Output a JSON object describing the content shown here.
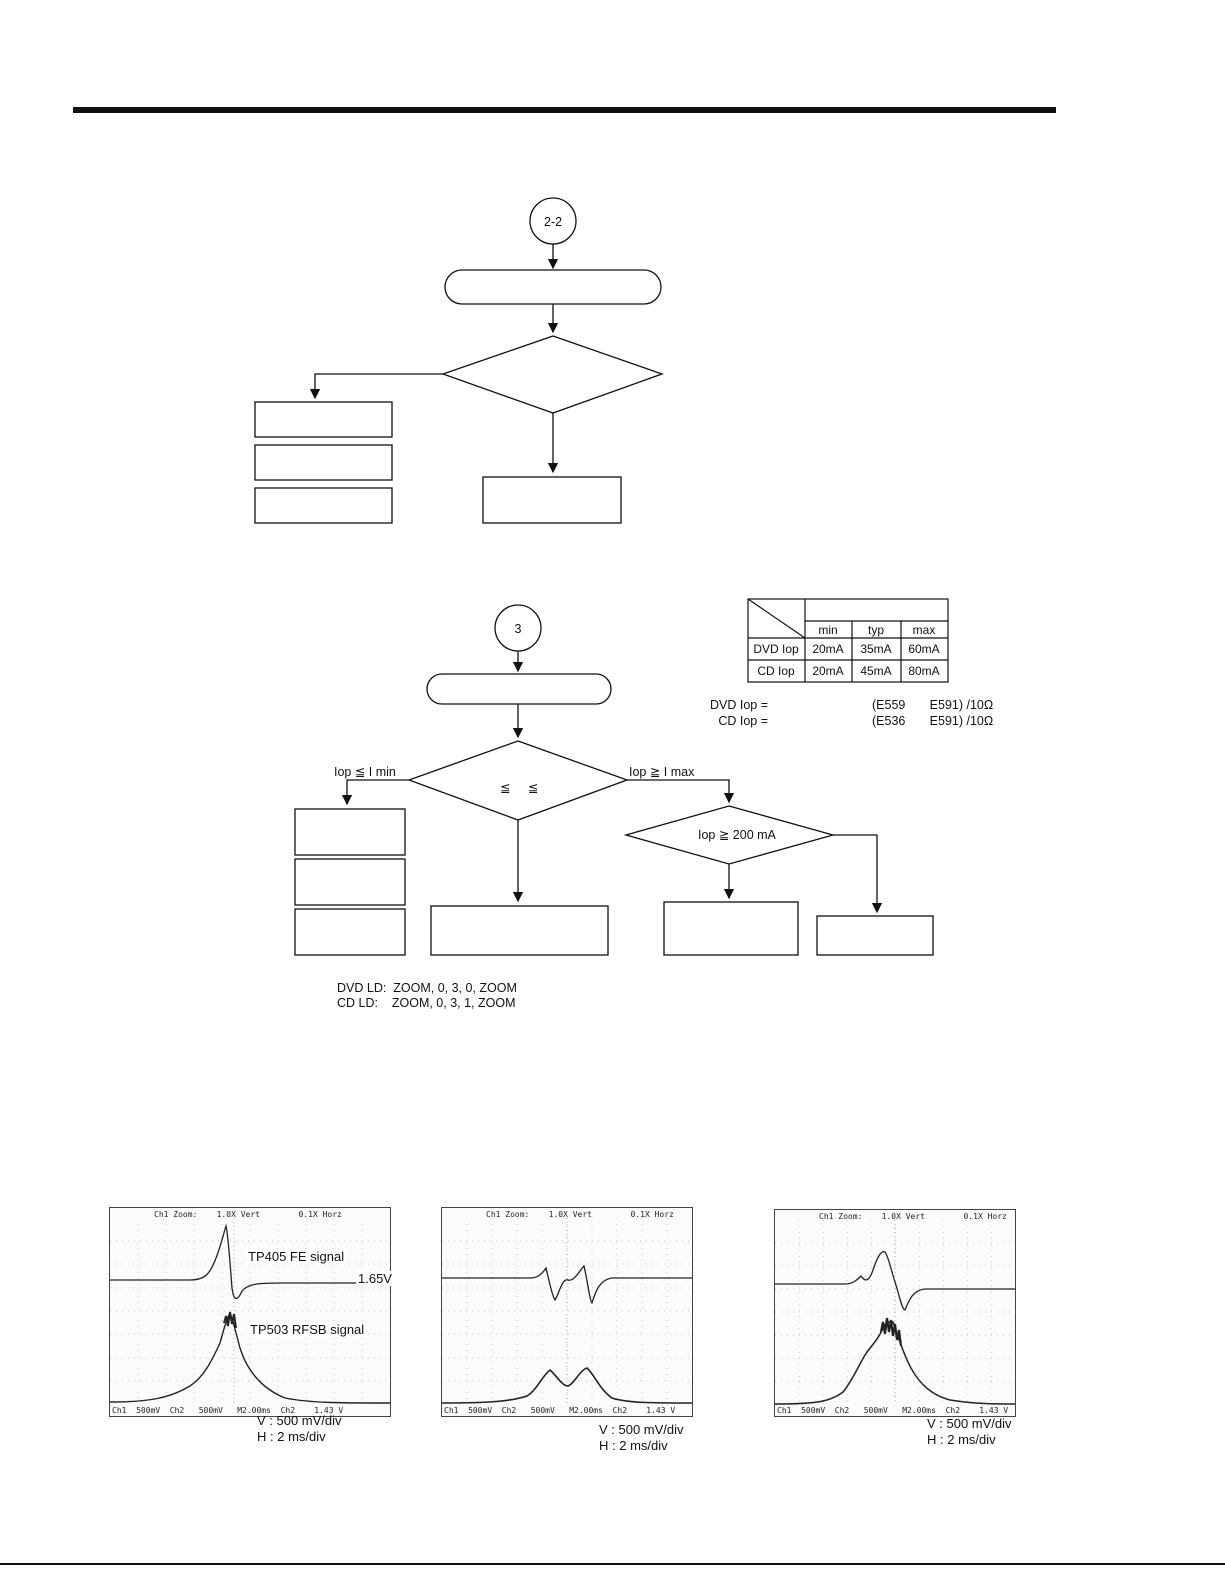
{
  "flowchart_2_2": {
    "connector": "2-2"
  },
  "flowchart_3": {
    "connector": "3",
    "branch_low": "Iop ≦ I min",
    "branch_high": "Iop ≧ I max",
    "center_symbols": "≦     ≦",
    "decision_200": "Iop ≧ 200 mA"
  },
  "iop_table": {
    "columns": [
      "min",
      "typ",
      "max"
    ],
    "rows": [
      {
        "name": "DVD Iop",
        "min": "20mA",
        "typ": "35mA",
        "max": "60mA"
      },
      {
        "name": "CD Iop",
        "min": "20mA",
        "typ": "45mA",
        "max": "80mA"
      }
    ]
  },
  "formulas": {
    "dvd_left": "DVD Iop =",
    "dvd_right": "(E559       E591) /10Ω",
    "cd_left": "CD Iop =",
    "cd_right": "(E536       E591) /10Ω"
  },
  "ld_commands": {
    "dvd": "DVD LD:  ZOOM, 0, 3, 0, ZOOM",
    "cd": "CD LD:    ZOOM, 0, 3, 1, ZOOM"
  },
  "scopes": [
    {
      "header": "Ch1 Zoom:    1.0X Vert        0.1X Horz",
      "footer": "Ch1  500mV  Ch2   500mV   M2.00ms  Ch2    1.43 V",
      "fe_label": "TP405 FE signal",
      "level_label": "1.65V",
      "rf_label": "TP503 RFSB signal",
      "scale_v": "V : 500 mV/div",
      "scale_h": "H : 2 ms/div"
    },
    {
      "header": "Ch1 Zoom:    1.0X Vert        0.1X Horz",
      "footer": "Ch1  500mV  Ch2   500mV   M2.00ms  Ch2    1.43 V",
      "scale_v": "V : 500 mV/div",
      "scale_h": "H : 2 ms/div"
    },
    {
      "header": "Ch1 Zoom:    1.0X Vert        0.1X Horz",
      "footer": "Ch1  500mV  Ch2   500mV   M2.00ms  Ch2    1.43 V",
      "scale_v": "V : 500 mV/div",
      "scale_h": "H : 2 ms/div"
    }
  ]
}
